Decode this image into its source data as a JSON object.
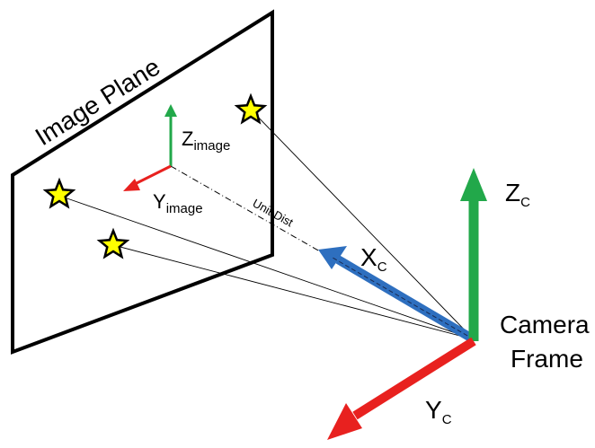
{
  "image_plane": {
    "label": "Image Plane"
  },
  "image_axes": {
    "z": {
      "main": "Z",
      "sub": "image",
      "color": "#22a84a"
    },
    "y": {
      "main": "Y",
      "sub": "image",
      "color": "#e8211f"
    }
  },
  "unit_dist_label": "Unit Dist",
  "camera_axes": {
    "x": {
      "main": "X",
      "sub": "C",
      "color": "#2e6fbf"
    },
    "y": {
      "main": "Y",
      "sub": "C",
      "color": "#e8211f"
    },
    "z": {
      "main": "Z",
      "sub": "C",
      "color": "#22a84a"
    }
  },
  "camera_label": {
    "line1": "Camera",
    "line2": "Frame"
  },
  "star_fill": "#ffff00"
}
